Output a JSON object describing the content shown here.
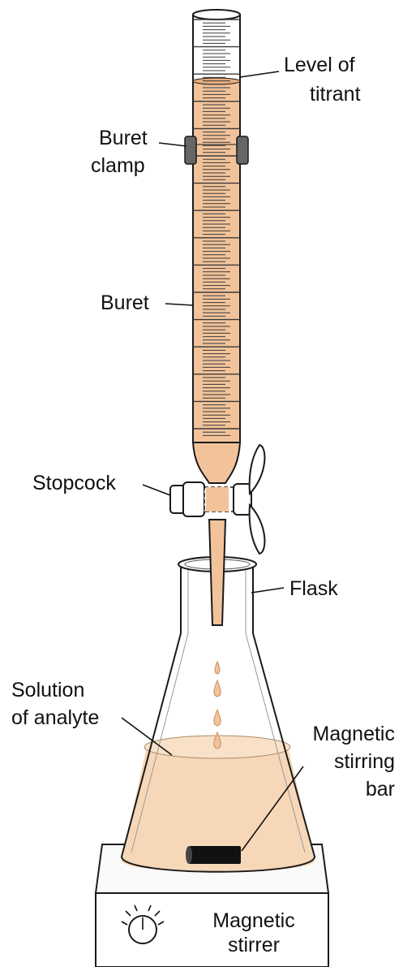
{
  "labels": {
    "level_of_titrant": [
      "Level of",
      "titrant"
    ],
    "buret_clamp": [
      "Buret",
      "clamp"
    ],
    "buret": "Buret",
    "stopcock": "Stopcock",
    "flask": "Flask",
    "solution_of_analyte": [
      "Solution",
      "of analyte"
    ],
    "magnetic_stirring_bar": [
      "Magnetic",
      "stirring",
      "bar"
    ],
    "magnetic_stirrer": [
      "Magnetic",
      "stirrer"
    ]
  },
  "colors": {
    "titrant": "#f2c39a",
    "titrant_dark": "#e8ae7c",
    "solution": "#f6d7b8",
    "glass": "#ffffff",
    "clamp": "#666666",
    "stir_bar": "#111111",
    "outline": "#1a1a1a"
  }
}
